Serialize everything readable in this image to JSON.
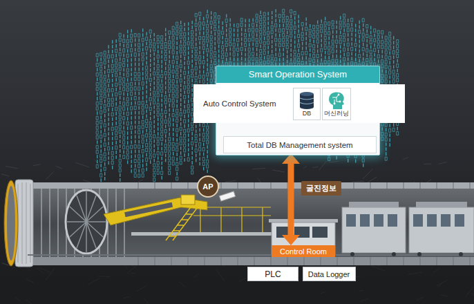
{
  "diagram": {
    "nodes": [
      {
        "text": [
          "Smart Operation System"
        ]
      },
      {
        "text": [
          "Auto Control System"
        ],
        "in": 0
      },
      {
        "text": [
          "DB"
        ],
        "in": 1
      },
      {
        "text": [
          "머신러닝"
        ],
        "in": 1
      },
      {
        "text": [
          "Total DB Management system"
        ],
        "in": 0
      },
      {
        "text": [
          "AP"
        ]
      },
      {
        "text": [
          "Control Room"
        ]
      },
      {
        "text": [
          "PLC"
        ]
      },
      {
        "text": [
          "Data Logger"
        ]
      }
    ],
    "edges": [
      {
        "from": 4,
        "to": 1,
        "arrow": "to"
      },
      {
        "from": 4,
        "to": 6,
        "arrow": "both",
        "label": "굴진정보"
      }
    ]
  }
}
